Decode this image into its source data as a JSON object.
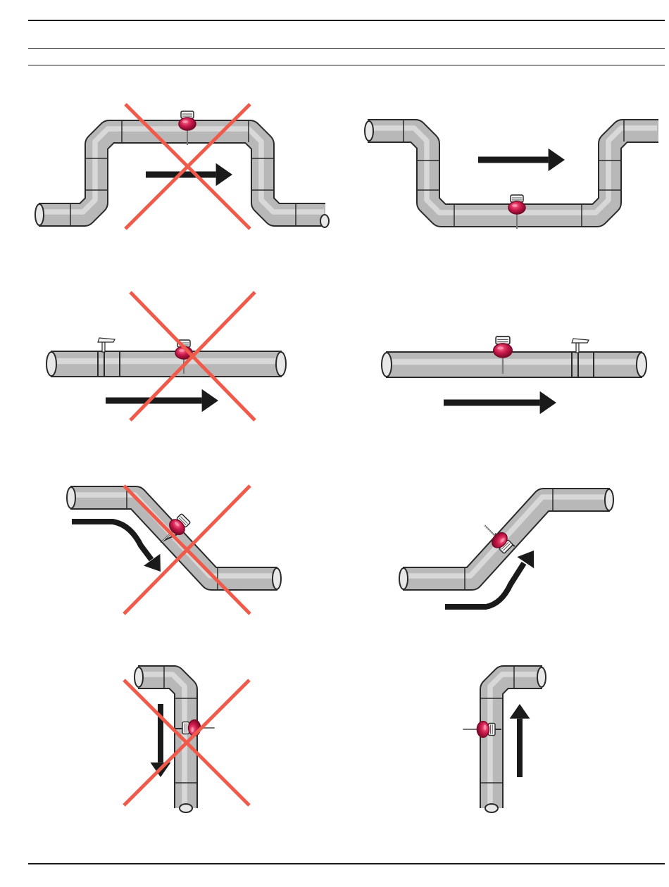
{
  "colors": {
    "pipe": "#b8b8b8",
    "pipe_outline": "#2a2a2a",
    "pipe_end": "#e8e8e8",
    "sensor": "#c8184a",
    "sensor_dark": "#7a0a28",
    "arrow": "#1a1a1a",
    "cross": "#ef5a4a",
    "rule": "#1a1a1a"
  },
  "scenarios": [
    {
      "name": "raised-bridge-section",
      "verdict": "incorrect",
      "cross": true
    },
    {
      "name": "lowered-trough-section",
      "verdict": "correct",
      "cross": false
    },
    {
      "name": "horizontal-valve-upstream",
      "verdict": "incorrect",
      "cross": true
    },
    {
      "name": "horizontal-valve-downstream",
      "verdict": "correct",
      "cross": false
    },
    {
      "name": "inclined-downward-flow",
      "verdict": "incorrect",
      "cross": true
    },
    {
      "name": "inclined-upward-flow",
      "verdict": "correct",
      "cross": false
    },
    {
      "name": "vertical-downward-flow",
      "verdict": "incorrect",
      "cross": true
    },
    {
      "name": "vertical-upward-flow",
      "verdict": "correct",
      "cross": false
    }
  ],
  "icons": [
    "flow-arrow-icon",
    "sensor-icon",
    "valve-icon",
    "cross-out-icon"
  ]
}
